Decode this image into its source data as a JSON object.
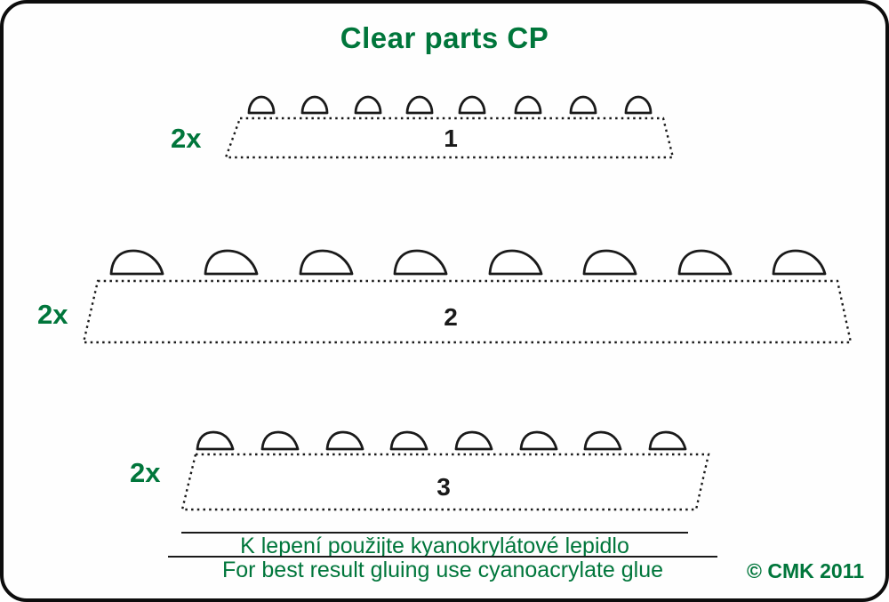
{
  "title": "Clear parts CP",
  "colors": {
    "green": "#00763b",
    "line_black": "#1a1a1a",
    "background": "#fefefe",
    "frame_border": "#0d0d0d"
  },
  "parts": [
    {
      "quantity": "2x",
      "number": "1",
      "dome_count": 8
    },
    {
      "quantity": "2x",
      "number": "2",
      "dome_count": 8
    },
    {
      "quantity": "2x",
      "number": "3",
      "dome_count": 8
    }
  ],
  "footer": {
    "line_czech": "K lepení použijte kyanokrylátové lepidlo",
    "line_english": "For best result gluing use cyanoacrylate glue",
    "copyright": "© CMK 2011"
  }
}
